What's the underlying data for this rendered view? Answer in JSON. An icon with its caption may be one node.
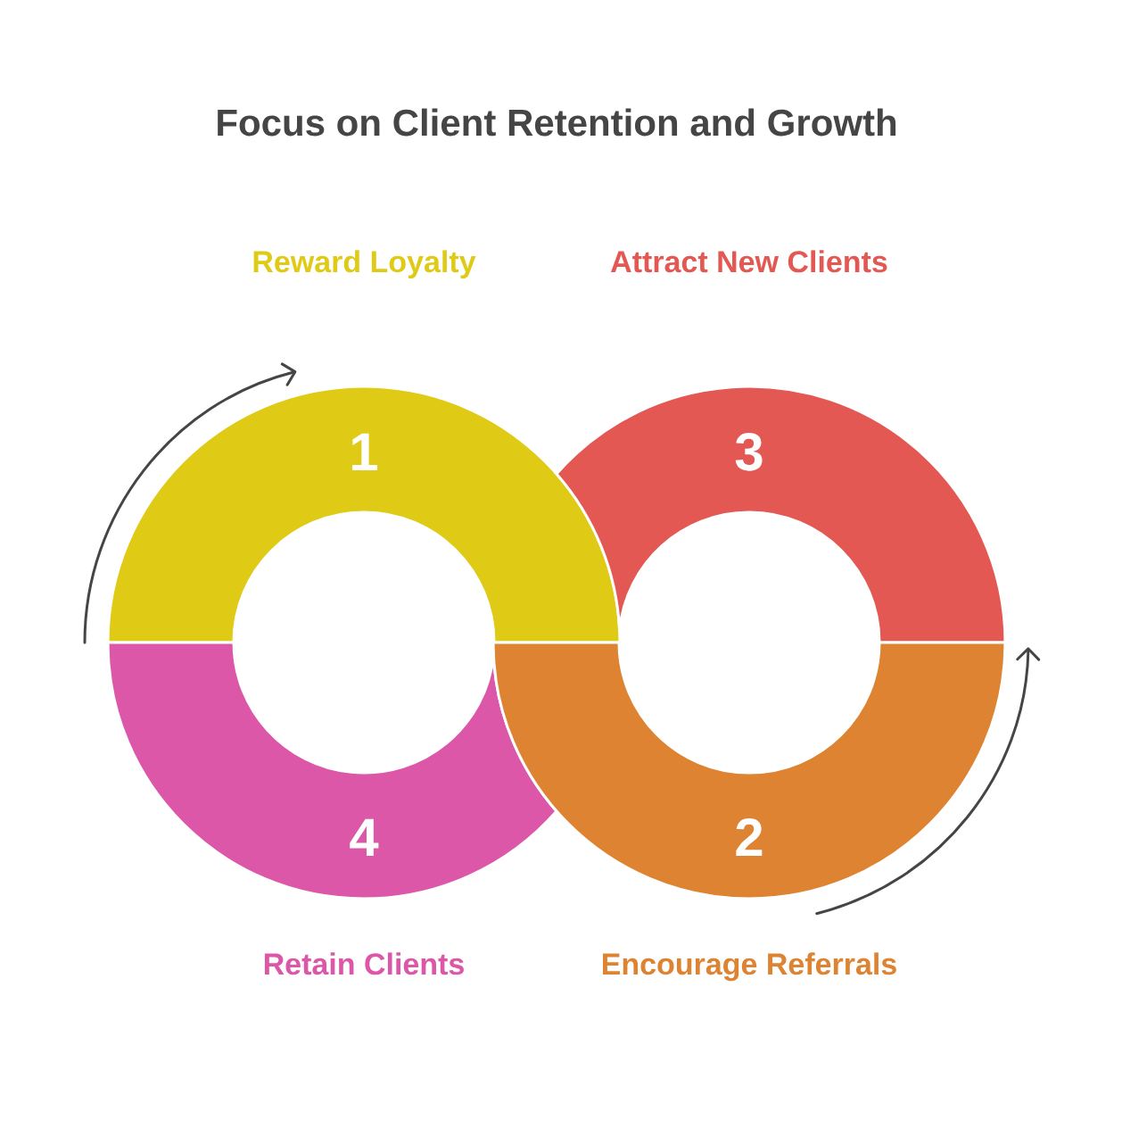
{
  "diagram": {
    "title": "Focus on Client Retention and Growth",
    "nodes": [
      {
        "text": [
          "1"
        ],
        "beside": [
          "Reward Loyalty"
        ]
      },
      {
        "text": [
          "3"
        ],
        "beside": [
          "Attract New Clients"
        ]
      },
      {
        "text": [
          "4"
        ],
        "beside": [
          "Retain Clients"
        ]
      },
      {
        "text": [
          "2"
        ],
        "beside": [
          "Encourage Referrals"
        ]
      }
    ]
  }
}
